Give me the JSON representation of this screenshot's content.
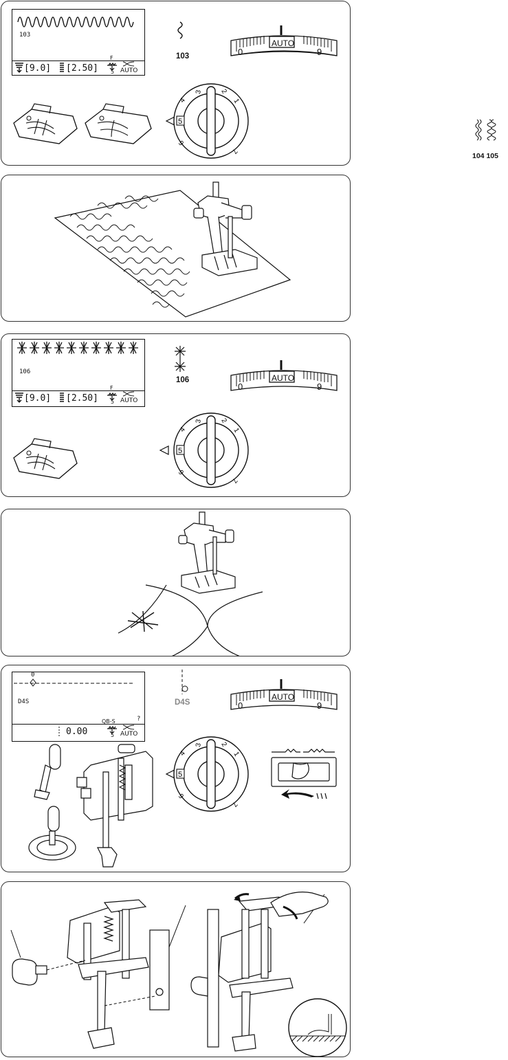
{
  "panel1": {
    "lcd_code": "103",
    "lcd_width": "[9.0]",
    "lcd_length": "[2.50]",
    "lcd_foot": "F",
    "lcd_tension": "5",
    "lcd_auto": "AUTO",
    "stitch_code": "103",
    "dial_label": "AUTO",
    "dial_min": "0",
    "dial_max": "9",
    "tension_selected": "5"
  },
  "side_codes": {
    "a": "104",
    "b": "105"
  },
  "panel3": {
    "lcd_code": "106",
    "lcd_width": "[9.0]",
    "lcd_length": "[2.50]",
    "lcd_foot": "F",
    "lcd_tension": "5",
    "lcd_auto": "AUTO",
    "stitch_code": "106",
    "dial_label": "AUTO",
    "dial_min": "0",
    "dial_max": "9",
    "tension_selected": "5"
  },
  "panel5": {
    "lcd_top": "0",
    "lcd_code": "D4S",
    "lcd_question": "?",
    "lcd_value": "0.00",
    "lcd_foot": "QB-S",
    "lcd_tension": "5",
    "lcd_auto": "AUTO",
    "stitch_code": "D4S",
    "dial_label": "AUTO",
    "dial_min": "0",
    "dial_max": "9",
    "tension_selected": "5"
  },
  "tension_dial_numbers": [
    "3",
    "2",
    "1",
    "4",
    "6",
    "7"
  ]
}
